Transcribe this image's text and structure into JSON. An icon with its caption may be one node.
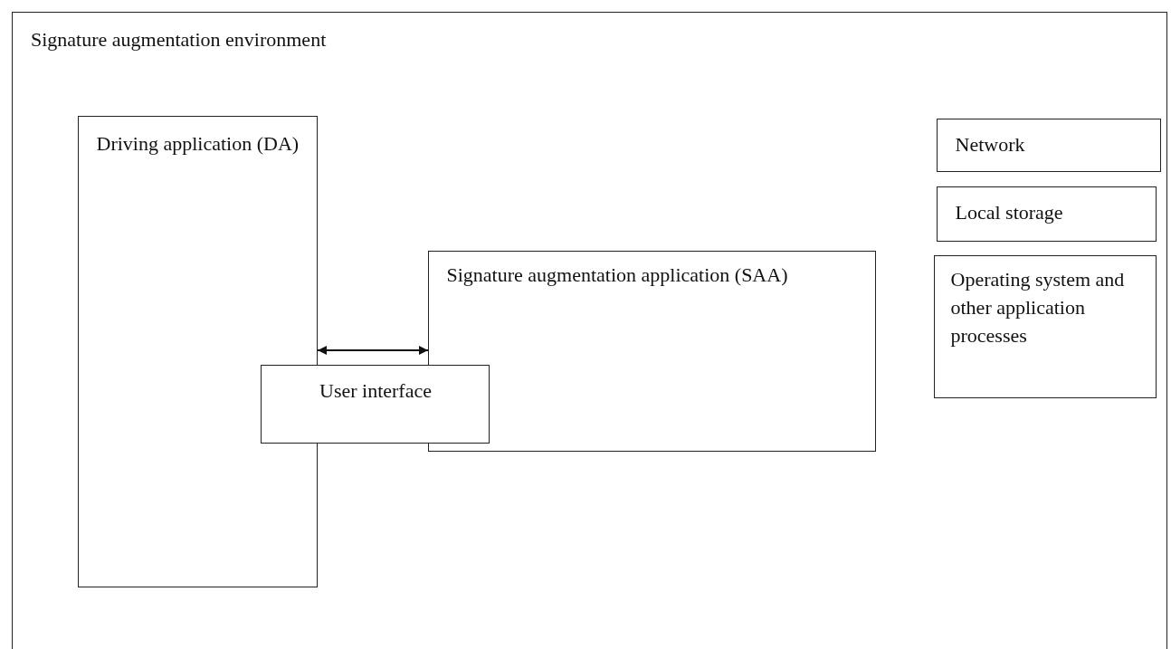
{
  "diagram": {
    "nodes": [
      {
        "text": [
          "Signature augmentation environment"
        ]
      },
      {
        "text": [
          "Driving application (DA)"
        ],
        "in": 0
      },
      {
        "text": [
          "Signature augmentation application (SAA)"
        ],
        "in": 0
      },
      {
        "text": [
          "User interface"
        ],
        "in": 0
      },
      {
        "text": [
          "Network"
        ],
        "in": 0
      },
      {
        "text": [
          "Local storage"
        ],
        "in": 0
      },
      {
        "text": [
          "Operating system and other application processes"
        ],
        "in": 0
      }
    ],
    "edges": [
      {
        "from": 1,
        "to": 2,
        "arrow": "both"
      }
    ]
  }
}
